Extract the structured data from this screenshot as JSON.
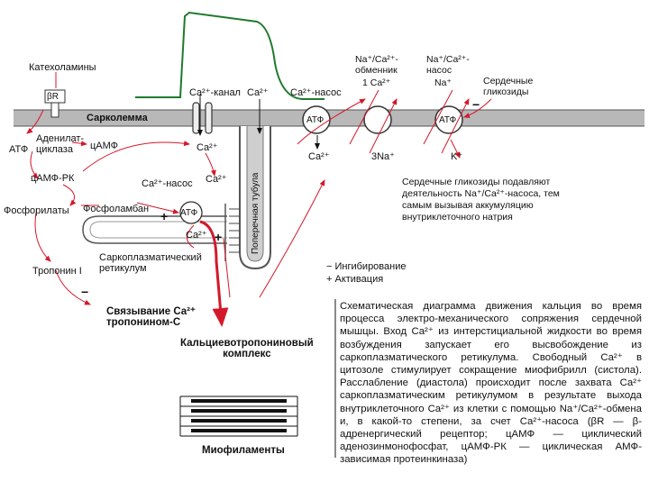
{
  "labels": {
    "catecholamines": "Катехоламины",
    "beta_r": "βR",
    "atp_left": "АТФ",
    "adenylate_cyclase": "Аденилат-\nциклаза",
    "camp": "цАМФ",
    "camp_pk": "цАМФ-РК",
    "phosphorylates": "Фосфорилаты",
    "phospholamban": "Фосфоламбан",
    "troponin_i": "Тропонин I",
    "ca_binding": "Связывание Ca²⁺\nтропонином-С",
    "sr": "Саркоплазматический\nретикулум",
    "calcium_troponin_complex": "Кальциевотропониновый\nкомплекс",
    "myofilaments": "Миофиламенты",
    "sarcolemma": "Сарколемма",
    "ca_channel": "Ca²⁺-канал",
    "ca_channel_ion": "Ca²⁺",
    "ca_pump_top": "Ca²⁺-насос",
    "ca_pump_mid": "Ca²⁺-насос",
    "ca_sr": "Ca²⁺",
    "ca_inflow": "Ca²⁺",
    "ca_release": "Ca²⁺",
    "atp_sr": "АТФ",
    "atp_membrane_1": "АТФ",
    "atp_membrane_2": "АТФ",
    "t_tubule": "Поперечная тубула",
    "ca_out": "Ca²⁺",
    "exchanger": "Na⁺/Ca²⁺-\nобменник",
    "exchanger_ratio": "1 Ca²⁺",
    "na_out": "3Na⁺",
    "nak_pump": "Na⁺/Ca²⁺-\nнасос",
    "na_in": "Na⁺",
    "k_out": "K⁺",
    "cardiac_glycosides": "Сердечные\nгликозиды",
    "glycoside_note": "Сердечные гликозиды подавляют деятельность Na⁺/Ca²⁺-насоса, тем самым вызывая аккумуляцию внутриклеточного натрия",
    "plus_sr": "+",
    "plus_release": "+",
    "minus_troponin": "−",
    "minus_glyco": "−"
  },
  "legend": {
    "inhibition": "−  Ингибирование",
    "activation": "+  Активация"
  },
  "caption": "Схематическая диаграмма движения кальция во время процесса электро-механического сопряжения сердечной мышцы. Вход Ca²⁺ из интерстициальной жидкости во время возбуждения запускает его высвобождение из саркоплазматического ретикулума. Свободный Ca²⁺ в цитозоле стимулирует сокращение миофибрилл (систола). Расслабление (диастола) происходит после захвата Ca²⁺ саркоплазматическим ретикулумом в результате выхода внутриклеточного Ca²⁺ из клетки с помощью Na⁺/Ca²⁺-обмена и, в какой-то степени, за счет Ca²⁺-насоса (βR — β-адренергический рецептор; цАМФ — циклический аденозинмонофосфат, цАМФ-РК — циклическая АМФ-зависимая протеинкиназа)",
  "colors": {
    "membrane": "#b8b8b8",
    "membrane_edge": "#555555",
    "action_potential": "#1f7a2e",
    "arrow_red": "#d4182b",
    "ink": "#111111"
  }
}
